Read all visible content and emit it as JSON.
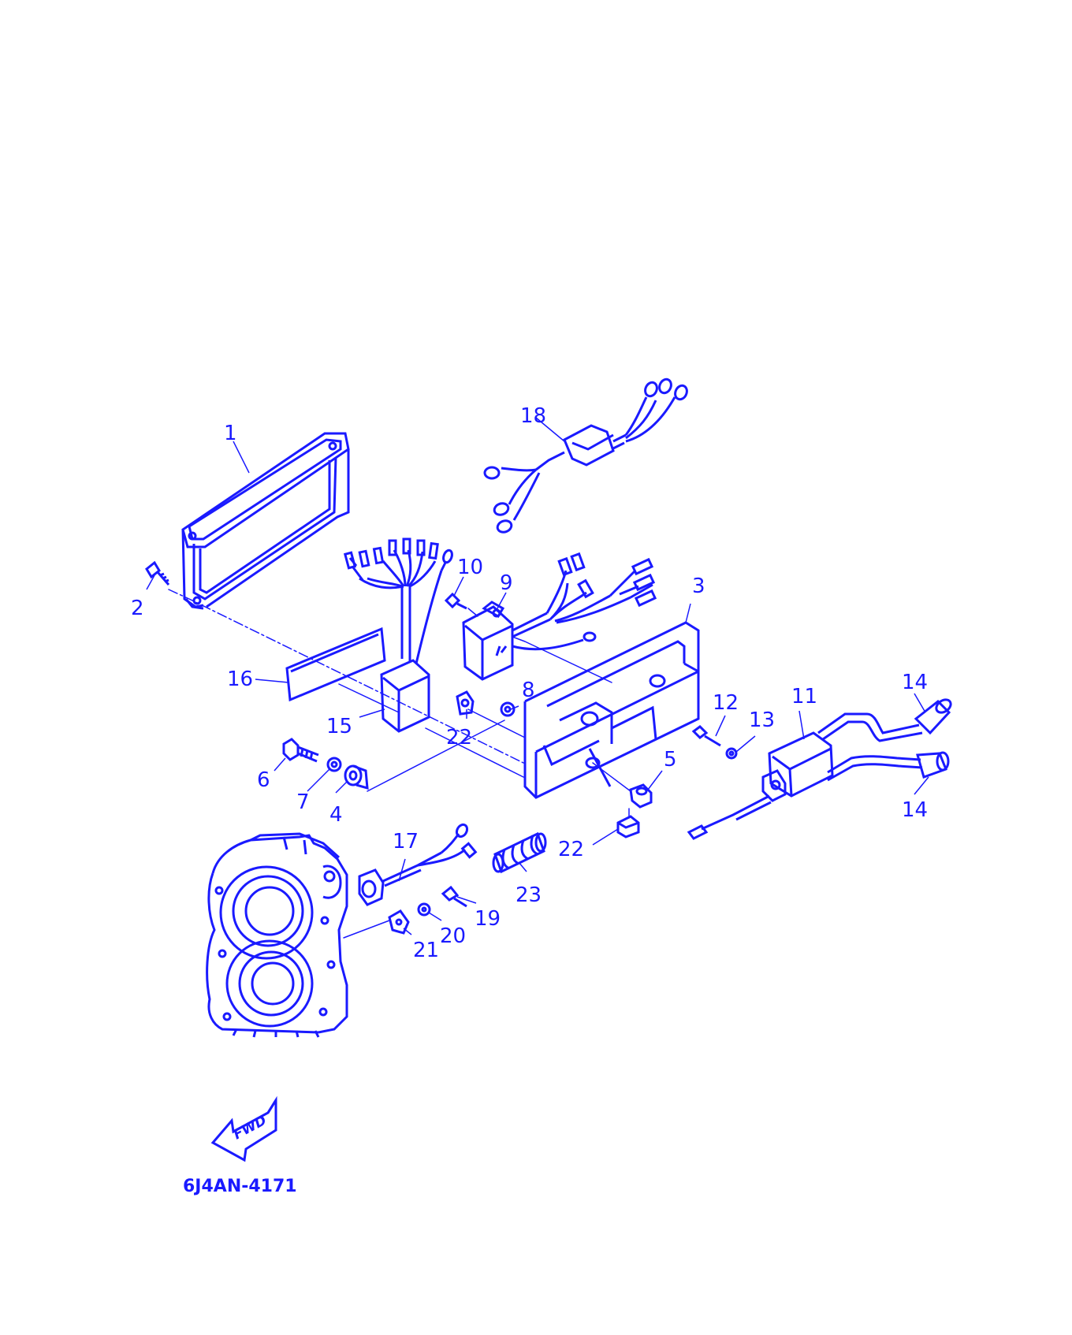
{
  "diagram": {
    "ink_color": "#1a1aff",
    "background": "#ffffff",
    "drawing_code": "6J4AN-4171",
    "fwd_label": "FWD",
    "callouts": [
      {
        "id": "c1",
        "label": "1"
      },
      {
        "id": "c2",
        "label": "2"
      },
      {
        "id": "c3",
        "label": "3"
      },
      {
        "id": "c4",
        "label": "4"
      },
      {
        "id": "c5",
        "label": "5"
      },
      {
        "id": "c6",
        "label": "6"
      },
      {
        "id": "c7",
        "label": "7"
      },
      {
        "id": "c8",
        "label": "8"
      },
      {
        "id": "c9",
        "label": "9"
      },
      {
        "id": "c10",
        "label": "10"
      },
      {
        "id": "c11",
        "label": "11"
      },
      {
        "id": "c12",
        "label": "12"
      },
      {
        "id": "c13",
        "label": "13"
      },
      {
        "id": "c14a",
        "label": "14"
      },
      {
        "id": "c14b",
        "label": "14"
      },
      {
        "id": "c15",
        "label": "15"
      },
      {
        "id": "c16",
        "label": "16"
      },
      {
        "id": "c17",
        "label": "17"
      },
      {
        "id": "c18",
        "label": "18"
      },
      {
        "id": "c19",
        "label": "19"
      },
      {
        "id": "c20",
        "label": "20"
      },
      {
        "id": "c21",
        "label": "21"
      },
      {
        "id": "c22a",
        "label": "22"
      },
      {
        "id": "c22b",
        "label": "22"
      },
      {
        "id": "c23",
        "label": "23"
      }
    ]
  }
}
